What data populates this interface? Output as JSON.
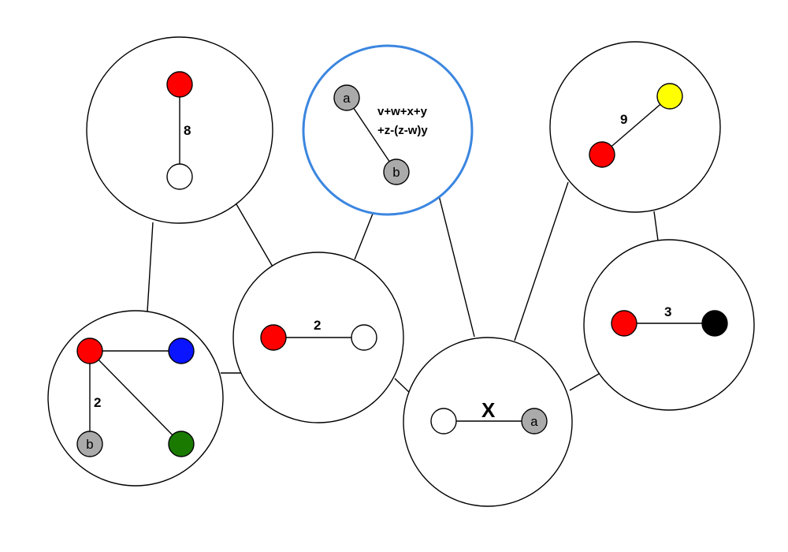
{
  "colors": {
    "red": "#ff0000",
    "white": "#ffffff",
    "gray": "#aaaaaa",
    "blue": "#0a14ff",
    "green": "#1a7a00",
    "yellow": "#ffff00",
    "black": "#000000",
    "highlight": "#3b86e0"
  },
  "clusters": [
    {
      "id": "c1",
      "edge_labels": [
        "8"
      ],
      "nodes": [
        {
          "color": "red",
          "text": ""
        },
        {
          "color": "white",
          "text": ""
        }
      ]
    },
    {
      "id": "c2",
      "highlighted": true,
      "edge_labels": [
        "v+w+x+y",
        "+z-(z-w)y"
      ],
      "nodes": [
        {
          "color": "gray",
          "text": "a"
        },
        {
          "color": "gray",
          "text": "b"
        }
      ]
    },
    {
      "id": "c3",
      "edge_labels": [
        "9"
      ],
      "nodes": [
        {
          "color": "red",
          "text": ""
        },
        {
          "color": "yellow",
          "text": ""
        }
      ]
    },
    {
      "id": "c4",
      "edge_labels": [
        "2"
      ],
      "nodes": [
        {
          "color": "red",
          "text": ""
        },
        {
          "color": "blue",
          "text": ""
        },
        {
          "color": "gray",
          "text": "b"
        },
        {
          "color": "green",
          "text": ""
        }
      ]
    },
    {
      "id": "c5",
      "edge_labels": [
        "2"
      ],
      "nodes": [
        {
          "color": "red",
          "text": ""
        },
        {
          "color": "white",
          "text": ""
        }
      ]
    },
    {
      "id": "c6",
      "edge_labels": [
        "X"
      ],
      "nodes": [
        {
          "color": "white",
          "text": ""
        },
        {
          "color": "gray",
          "text": "a"
        }
      ]
    },
    {
      "id": "c7",
      "edge_labels": [
        "3"
      ],
      "nodes": [
        {
          "color": "red",
          "text": ""
        },
        {
          "color": "black",
          "text": ""
        }
      ]
    }
  ]
}
